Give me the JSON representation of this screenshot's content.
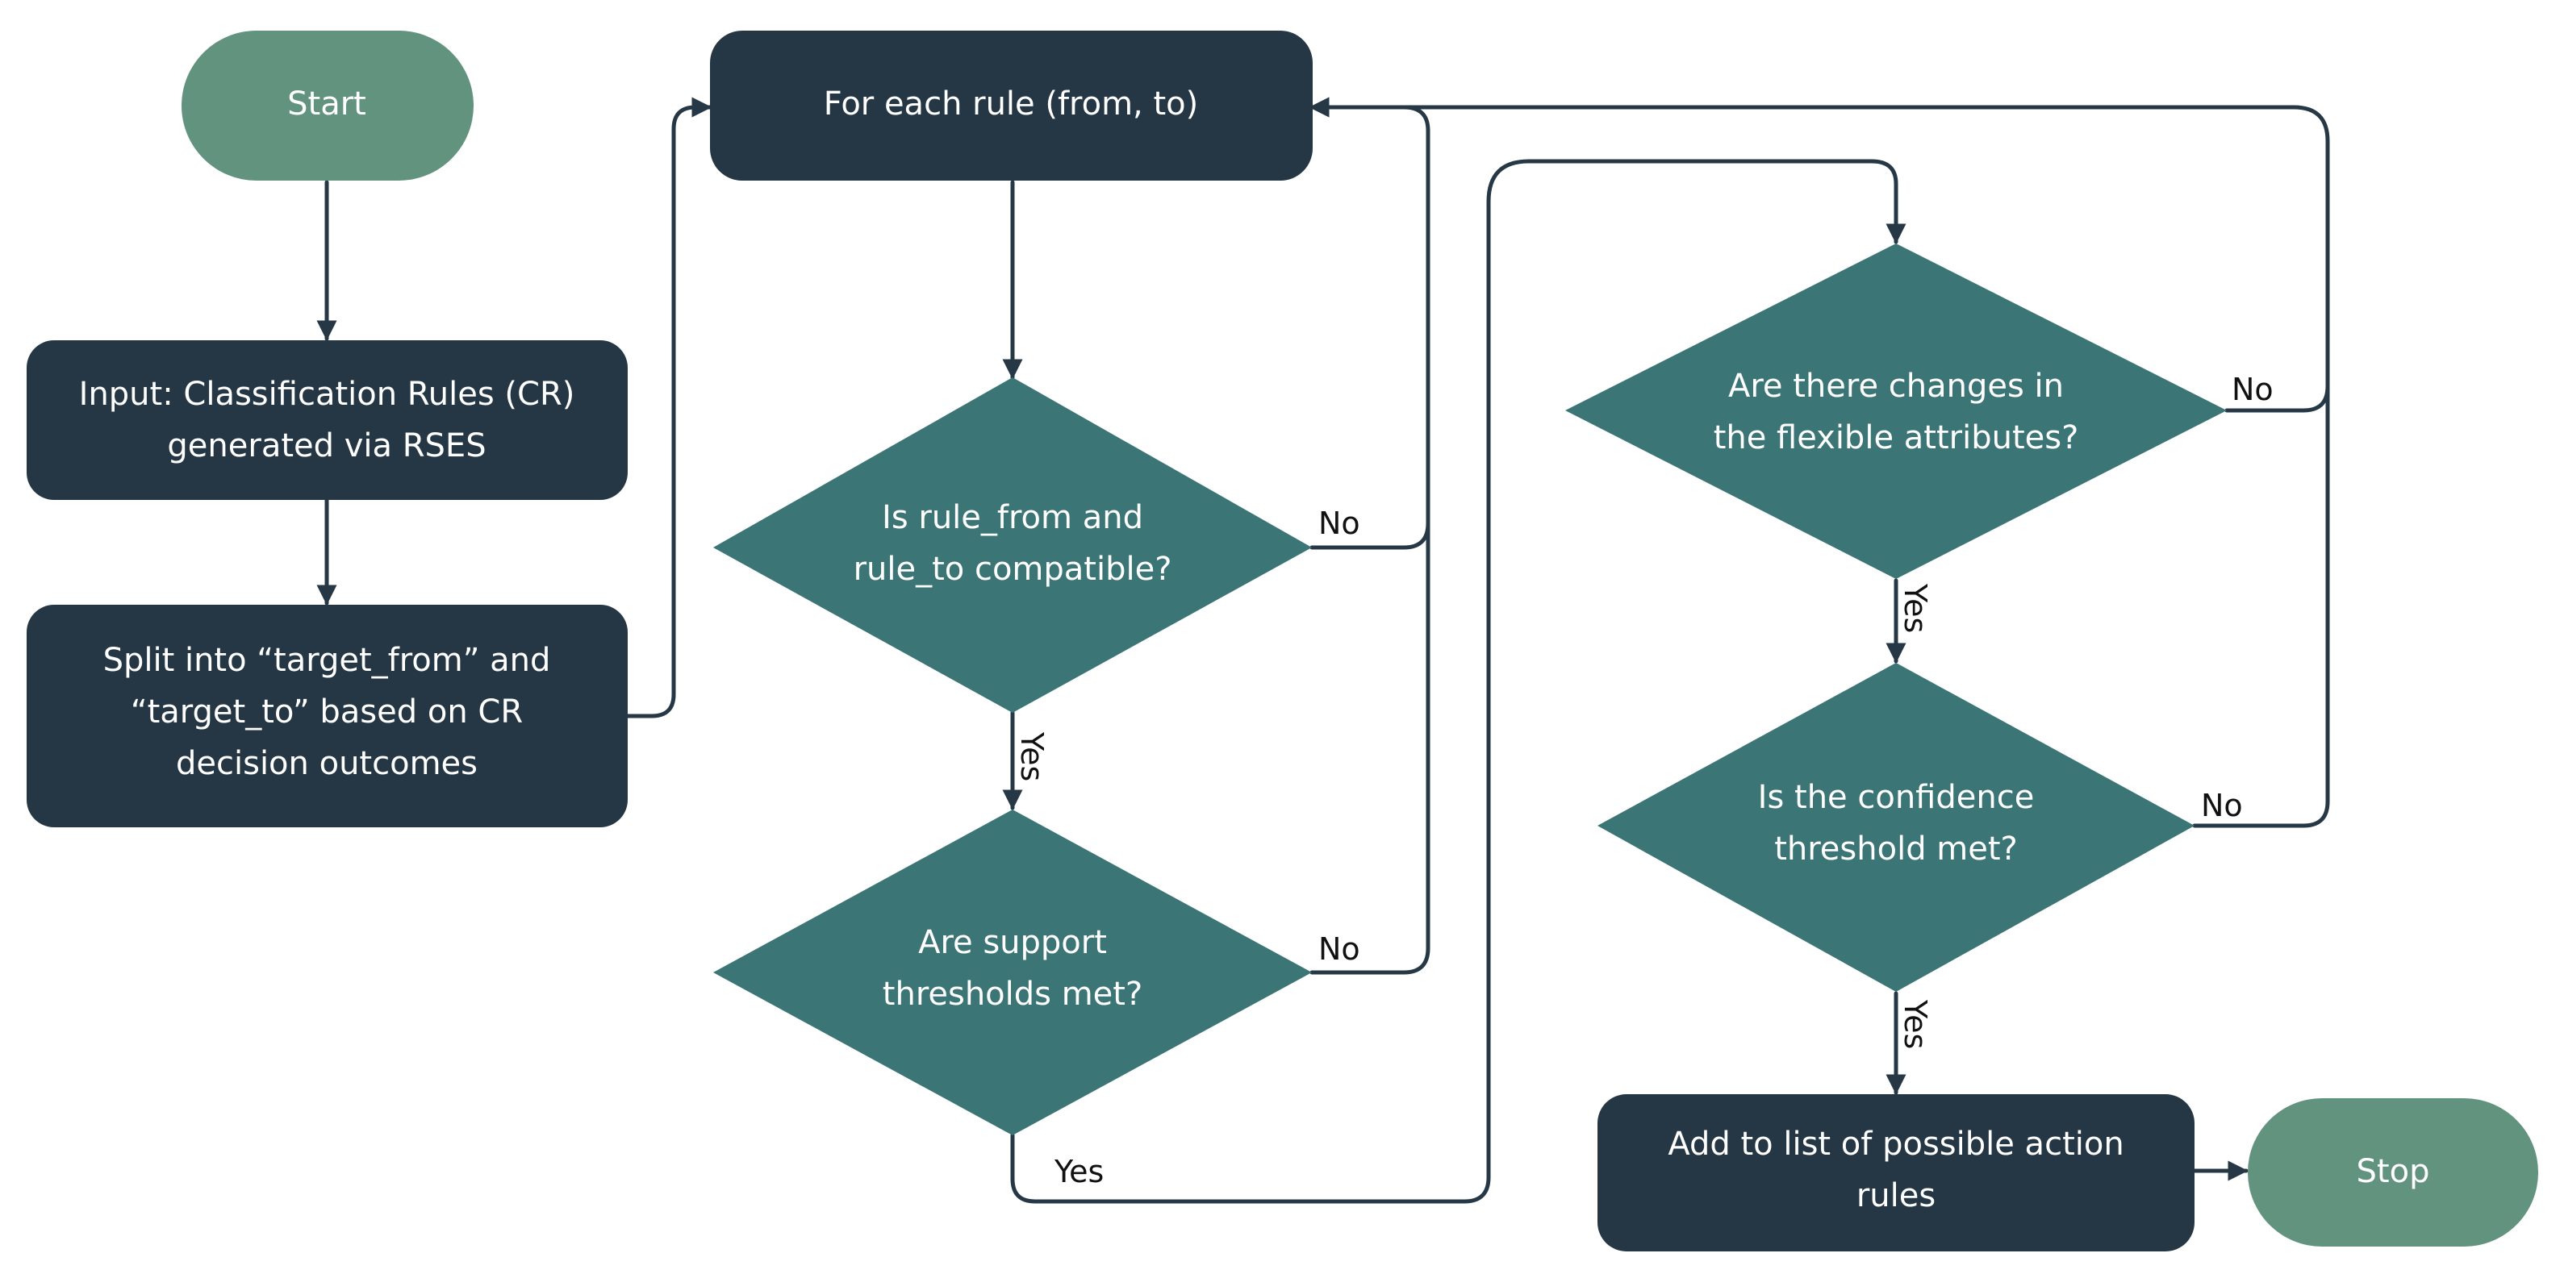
{
  "colors": {
    "terminal": "#62937f",
    "process": "#253744",
    "decision": "#3b7576",
    "edge": "#263845"
  },
  "nodes": {
    "start": {
      "lines": [
        "Start"
      ]
    },
    "input": {
      "lines": [
        "Input: Classification Rules (CR)",
        "generated via RSES"
      ]
    },
    "split": {
      "lines": [
        "Split into “target_from” and",
        "“target_to” based on CR",
        "decision outcomes"
      ]
    },
    "loop": {
      "lines": [
        "For each rule (from, to)"
      ]
    },
    "compatible": {
      "lines": [
        "Is rule_from and",
        "rule_to compatible?"
      ]
    },
    "support": {
      "lines": [
        "Are support",
        "thresholds met?"
      ]
    },
    "flexible": {
      "lines": [
        "Are there changes in",
        "the flexible attributes?"
      ]
    },
    "confidence": {
      "lines": [
        "Is the confidence",
        "threshold met?"
      ]
    },
    "add": {
      "lines": [
        "Add to list of possible action",
        "rules"
      ]
    },
    "stop": {
      "lines": [
        "Stop"
      ]
    }
  },
  "edge_labels": {
    "no": "No",
    "yes": "Yes"
  }
}
